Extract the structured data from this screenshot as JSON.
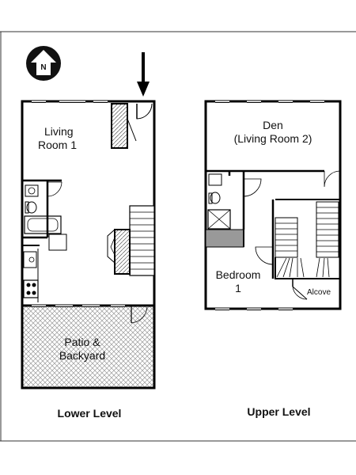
{
  "compass": {
    "letter": "N"
  },
  "rooms": {
    "living_room_1_line1": "Living",
    "living_room_1_line2": "Room 1",
    "patio_line1": "Patio &",
    "patio_line2": "Backyard",
    "den_line1": "Den",
    "den_line2": "(Living Room 2)",
    "bedroom_line1": "Bedroom",
    "bedroom_line2": "1",
    "alcove": "Alcove"
  },
  "levels": {
    "lower": "Lower Level",
    "upper": "Upper Level"
  }
}
